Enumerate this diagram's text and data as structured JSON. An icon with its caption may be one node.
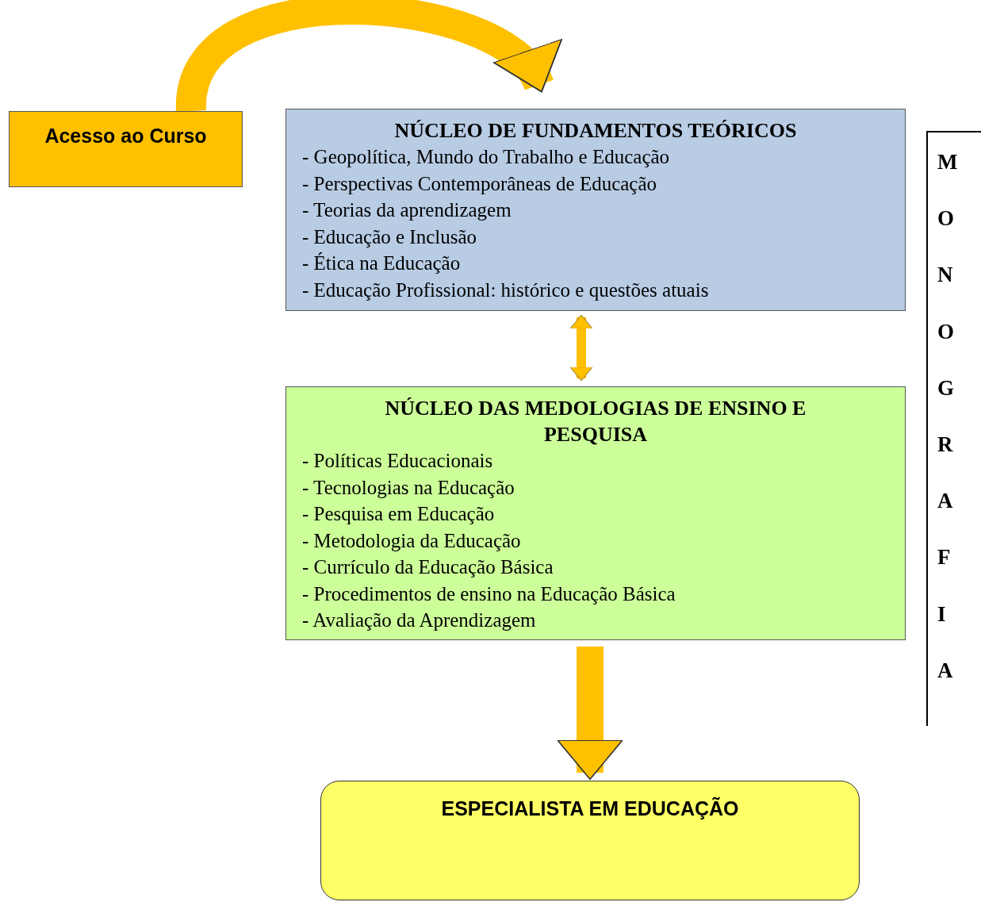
{
  "diagram": {
    "nodes": [
      {
        "text": [
          "Acesso ao Curso"
        ]
      },
      {
        "text": [
          "NÚCLEO DE FUNDAMENTOS TEÓRICOS",
          "- Geopolítica, Mundo do Trabalho e Educação",
          "- Perspectivas Contemporâneas de Educação",
          "- Teorias da aprendizagem",
          "- Educação e Inclusão",
          "- Ética na Educação",
          "- Educação Profissional: histórico e questões atuais"
        ]
      },
      {
        "text": [
          "NÚCLEO DAS MEDOLOGIAS DE ENSINO E PESQUISA",
          "- Políticas Educacionais",
          "- Tecnologias na Educação",
          "- Pesquisa em Educação",
          "- Metodologia da Educação",
          "- Currículo da Educação Básica",
          "- Procedimentos de ensino na Educação Básica",
          "- Avaliação da Aprendizagem"
        ]
      },
      {
        "text": [
          "ESPECIALISTA EM EDUCAÇÃO"
        ]
      },
      {
        "text": [
          "MONOGRAFIA"
        ]
      }
    ],
    "edges": [
      {
        "from": 0,
        "to": 1,
        "arrow": "to"
      },
      {
        "from": 1,
        "to": 2,
        "arrow": "both"
      },
      {
        "from": 2,
        "to": 3,
        "arrow": "to"
      }
    ]
  }
}
